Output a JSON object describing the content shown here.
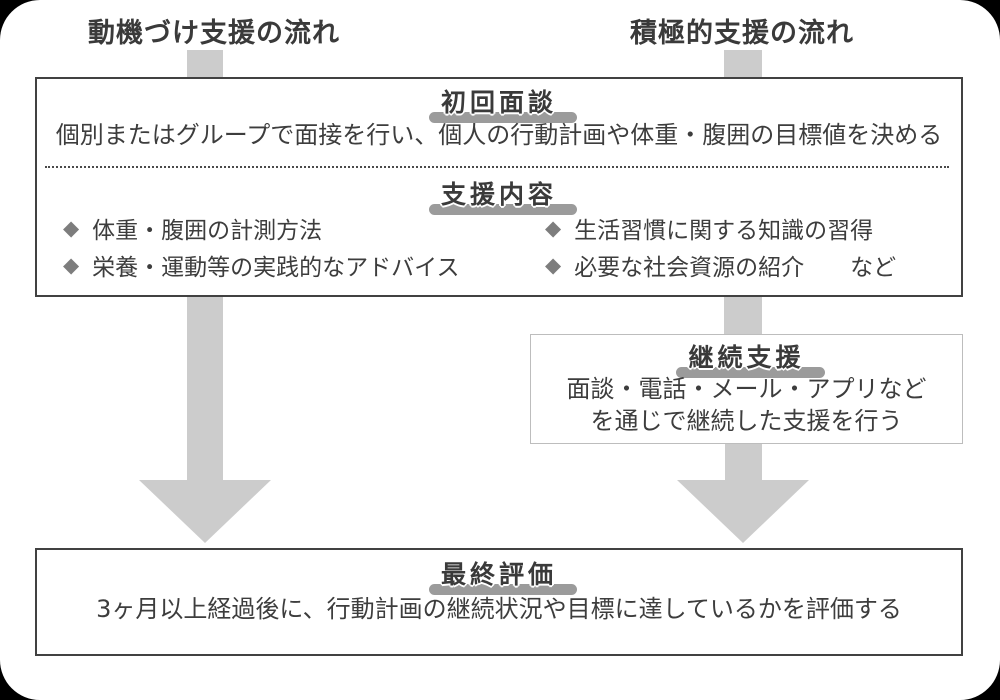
{
  "titles": {
    "left": "動機づけ支援の流れ",
    "right": "積極的支援の流れ"
  },
  "initial_interview": {
    "heading": "初回面談",
    "description": "個別またはグループで面接を行い、個人の行動計画や体重・腹囲の目標値を決める"
  },
  "support_content": {
    "heading": "支援内容",
    "bullet": "◆",
    "items_left": [
      "体重・腹囲の計測方法",
      "栄養・運動等の実践的なアドバイス"
    ],
    "items_right": [
      "生活習慣に関する知識の習得",
      "必要な社会資源の紹介　　など"
    ]
  },
  "continued_support": {
    "heading": "継続支援",
    "lines": [
      "面談・電話・メール・アプリなど",
      "を通じで継続した支援を行う"
    ]
  },
  "final_evaluation": {
    "heading": "最終評価",
    "description": "3ヶ月以上経過後に、行動計画の継続状況や目標に達しているかを評価する"
  },
  "colors": {
    "background": "#000000",
    "surface": "#ffffff",
    "border": "#414141",
    "border_light": "#bdbdbd",
    "arrow": "#cccccc",
    "underline": "#9b9b9b",
    "text": "#3d3d3d",
    "heading_text": "#3a3a3a",
    "bullet": "#7d7d7d"
  }
}
